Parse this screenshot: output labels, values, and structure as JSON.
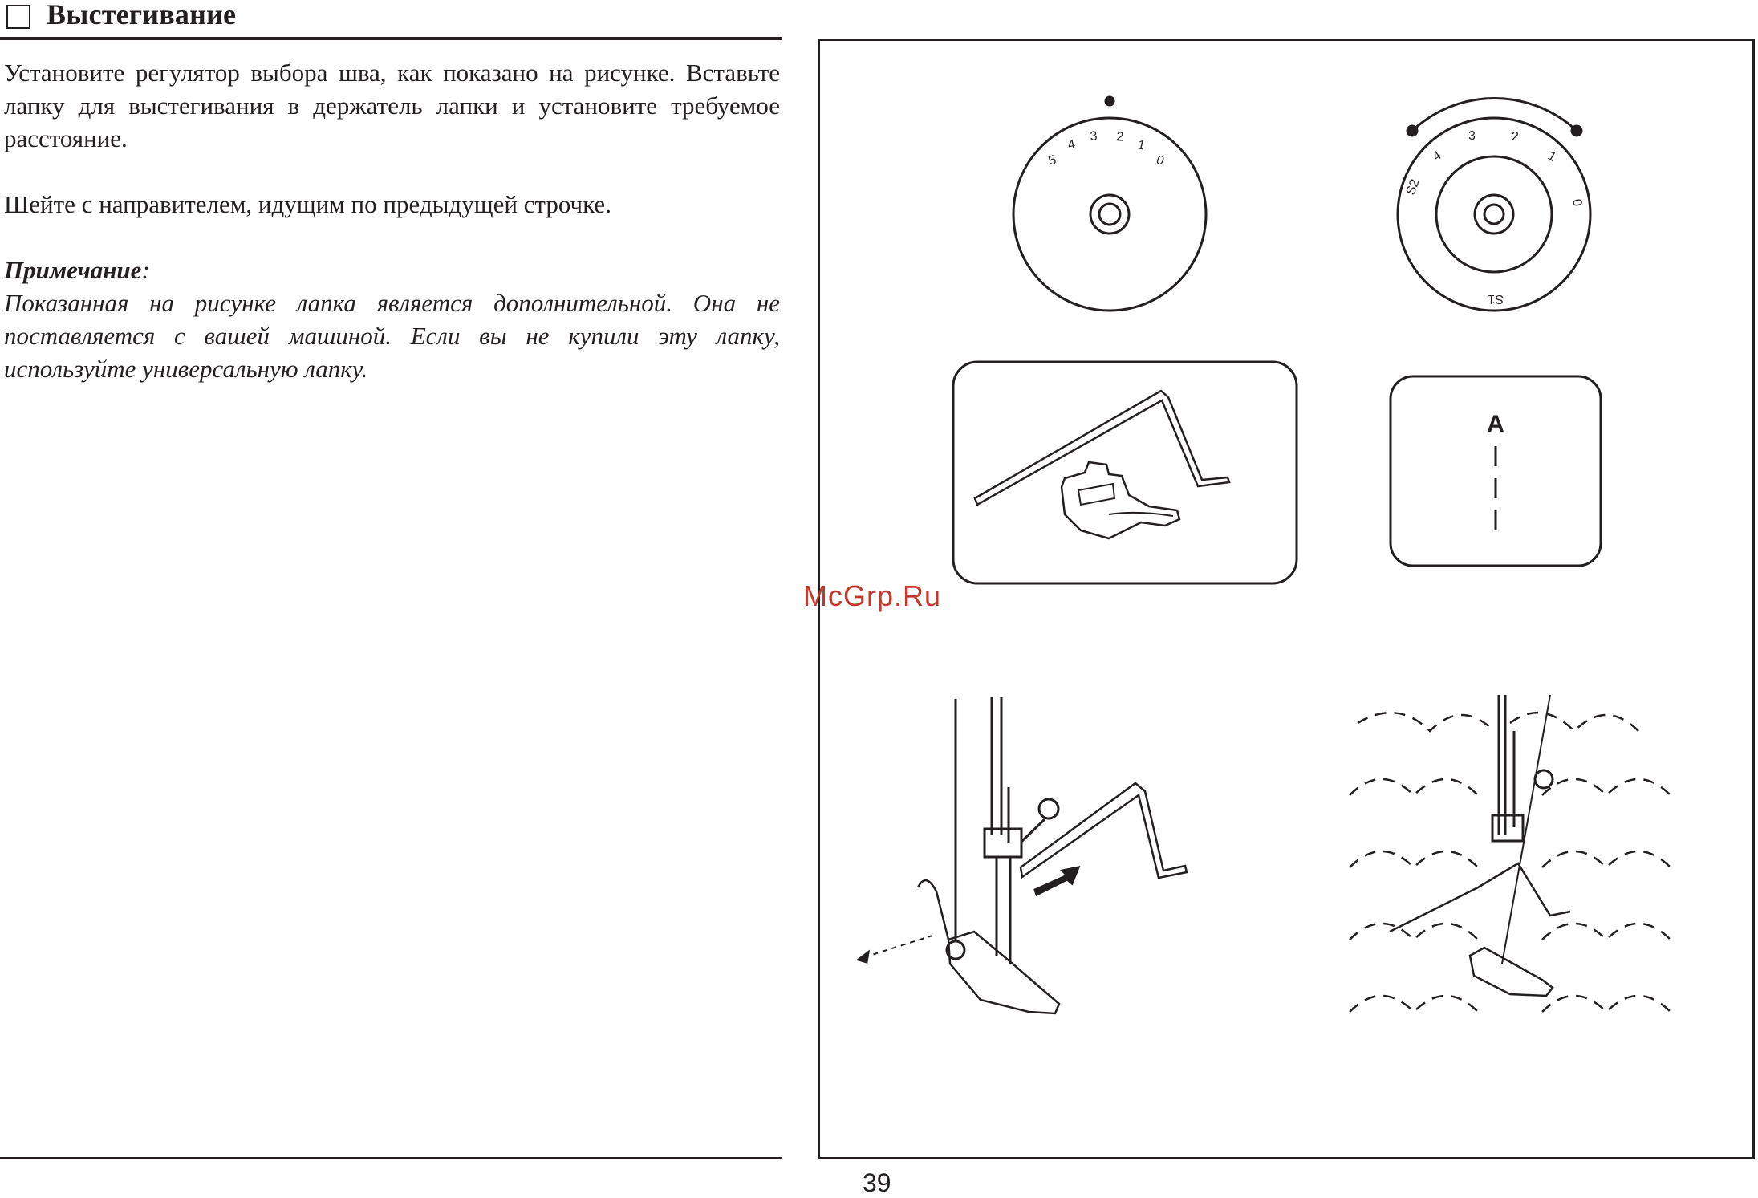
{
  "section": {
    "title": "Выстегивание"
  },
  "body": {
    "paragraph_1": "Установите регулятор выбора шва, как показано на рисунке. Вставьте лапку для выстегивания в держатель лапки и установите требуемое расстояние.",
    "paragraph_2": "Шейте с направителем, идущим по предыдущей строчке.",
    "note_title": "Примечание",
    "note_colon": ":",
    "note_text": "Показанная на рисунке лапка является дополнительной. Она не поставляется с вашей машиной. Если вы не купили эту лапку, используйте универсальную лапку."
  },
  "figure": {
    "dial_left_numbers": [
      "5",
      "4",
      "3",
      "2",
      "1",
      "0"
    ],
    "dial_right_numbers": [
      "S2",
      "4",
      "3",
      "2",
      "1",
      "0"
    ],
    "dial_right_bottom": "S1",
    "stitch_label": "A"
  },
  "watermark": "McGrp.Ru",
  "page_number": "39"
}
